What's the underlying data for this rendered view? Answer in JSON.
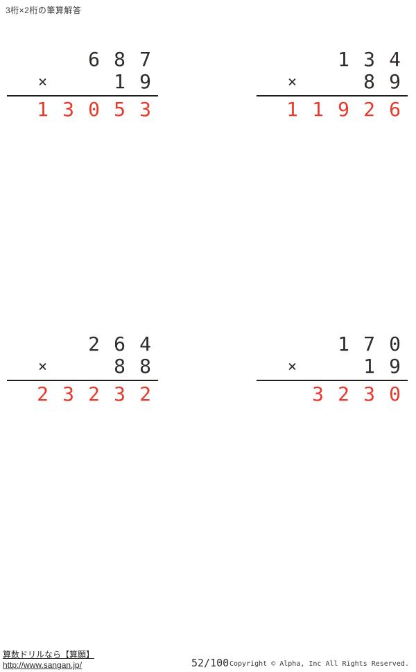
{
  "header": {
    "title": "3桁×2桁の筆算解答"
  },
  "operator": "×",
  "problems": [
    {
      "multiplicand": "687",
      "multiplier": "19",
      "product": "13053"
    },
    {
      "multiplicand": "134",
      "multiplier": "89",
      "product": "11926"
    },
    {
      "multiplicand": "264",
      "multiplier": "88",
      "product": "23232"
    },
    {
      "multiplicand": "170",
      "multiplier": "19",
      "product": "3230"
    }
  ],
  "footer": {
    "site_name": "算数ドリルなら【算願】",
    "site_url": "http://www.sangan.jp/",
    "page_indicator": "52/100",
    "copyright": "Copyright © Alpha, Inc All Rights Reserved."
  },
  "colors": {
    "ink": "#2e2b29",
    "answer_red": "#e8392c",
    "rule_line": "#1f1d1b"
  }
}
